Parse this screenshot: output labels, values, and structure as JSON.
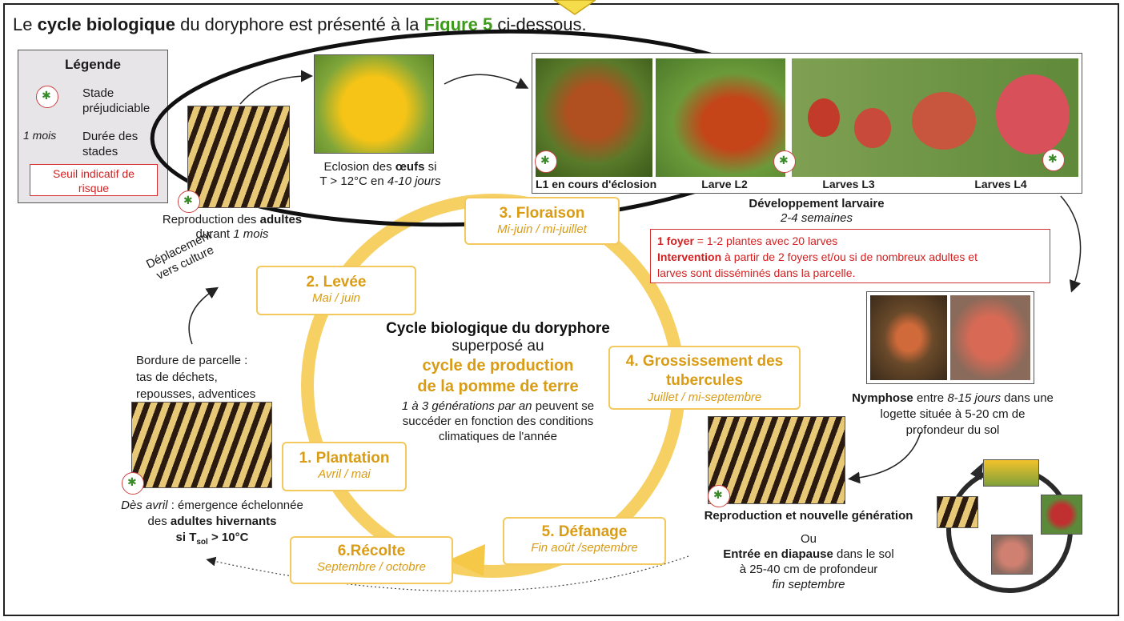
{
  "header": {
    "t1": "Le ",
    "t2": "cycle biologique",
    "t3": " du doryphore est présenté à la ",
    "t4": "Figure 5",
    "t5": " ci-dessous."
  },
  "legend": {
    "title": "Légende",
    "stade_l1": "Stade",
    "stade_l2": "préjudiciable",
    "mois": "1 mois",
    "duree_l1": "Durée des",
    "duree_l2": "stades",
    "seuil_l1": "Seuil indicatif de",
    "seuil_l2": "risque"
  },
  "captions": {
    "repro_l1a": "Reproduction des ",
    "repro_l1b": "adultes",
    "repro_l2a": "durant ",
    "repro_l2b": "1 mois",
    "eclosion_l1a": "Eclosion des ",
    "eclosion_l1b": "œufs",
    "eclosion_l1c": " si",
    "eclosion_l2a": "T > 12°C en ",
    "eclosion_l2b": "4-10 jours",
    "l1": "L1 en cours d'éclosion",
    "l2": "Larve L2",
    "l3": "Larves L3",
    "l4": "Larves L4",
    "dev_l1": "Développement larvaire",
    "dev_l2": "2-4 semaines",
    "deplacement_l1": "Déplacement",
    "deplacement_l2": "vers culture",
    "bordure_l1": "Bordure de parcelle :",
    "bordure_l2": "tas de déchets,",
    "bordure_l3": "repousses, adventices",
    "avril_l1a": "Dès avril",
    "avril_l1b": " : émergence échelonnée",
    "avril_l2a": "des ",
    "avril_l2b": "adultes hivernants",
    "avril_l3a": "si T",
    "avril_l3b": "sol",
    "avril_l3c": " > 10°C",
    "nymph_l1a": "Nymphose",
    "nymph_l1b": " entre ",
    "nymph_l1c": "8-15 jours",
    "nymph_l1d": " dans une",
    "nymph_l2": "logette située à 5-20 cm de",
    "nymph_l3": "profondeur du sol",
    "repro_new": "Reproduction et nouvelle génération",
    "ou": "Ou",
    "diap_l1a": "Entrée en diapause",
    "diap_l1b": " dans le sol",
    "diap_l2": "à 25-40 cm de profondeur",
    "diap_l3": "fin septembre"
  },
  "risk": {
    "r1a": "1 foyer",
    "r1b": " = 1-2 plantes avec 20 larves",
    "r2a": "Intervention",
    "r2b": " à partir de 2 foyers et/ou si de nombreux adultes et",
    "r3": "larves sont disséminés dans la parcelle."
  },
  "stages": [
    {
      "label": "1. Plantation",
      "dates": "Avril / mai"
    },
    {
      "label": "2. Levée",
      "dates": "Mai  / juin"
    },
    {
      "label": "3. Floraison",
      "dates": "Mi-juin / mi-juillet"
    },
    {
      "label": "4. Grossissement des tubercules",
      "dates": "Juillet / mi-septembre"
    },
    {
      "label": "5. Défanage",
      "dates": "Fin août /septembre"
    },
    {
      "label": "6.Récolte",
      "dates": "Septembre / octobre"
    }
  ],
  "center": {
    "title": "Cycle biologique du doryphore",
    "sub": "superposé au",
    "prod_l1": "cycle de production",
    "prod_l2": "de la pomme de terre",
    "note_a": "1 à 3 générations par an",
    "note_b": " peuvent se",
    "note_l2": "succéder en fonction des conditions",
    "note_l3": "climatiques de l'année"
  },
  "colors": {
    "accent": "#d99c14",
    "ring": "#f5c848",
    "risk": "#d42020",
    "title_link": "#3d9a1b"
  }
}
